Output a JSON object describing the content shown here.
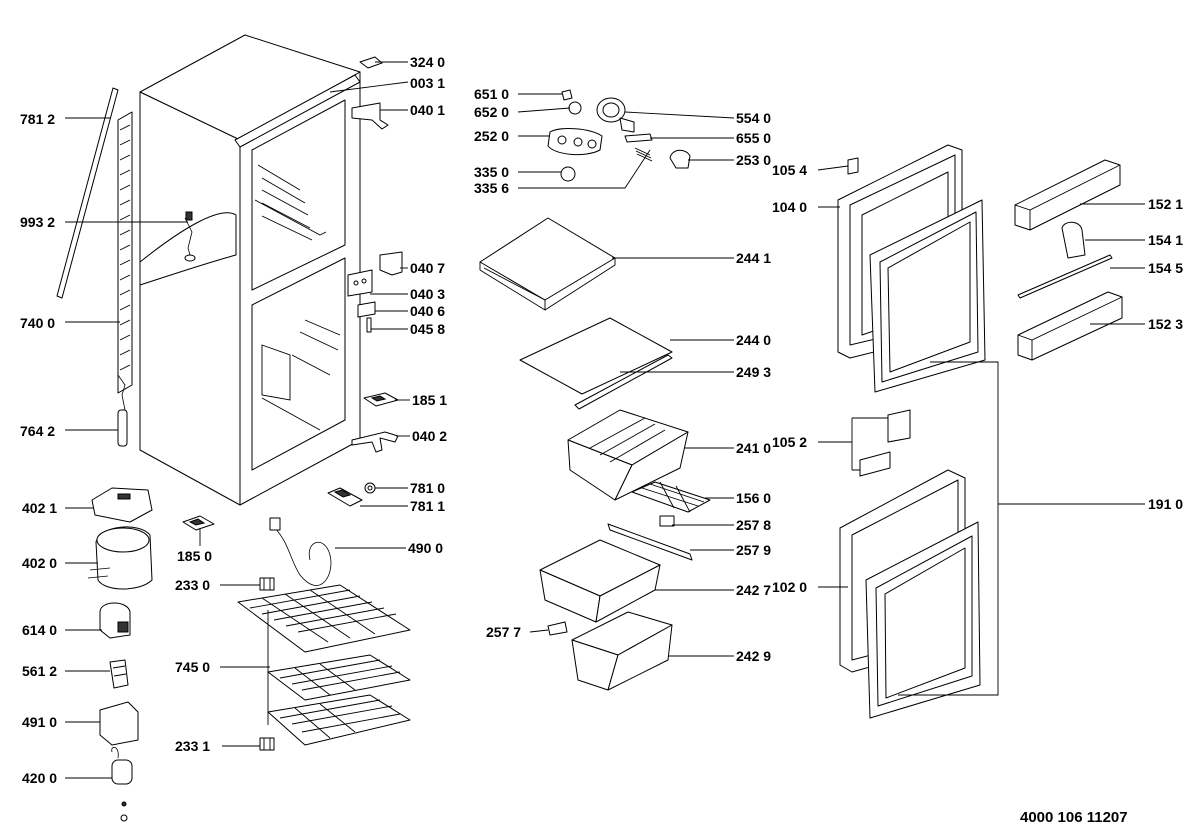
{
  "document_number": "4000 106 11207",
  "callouts": [
    {
      "id": "c-324-0",
      "text": "324 0"
    },
    {
      "id": "c-003-1",
      "text": "003 1"
    },
    {
      "id": "c-040-1",
      "text": "040 1"
    },
    {
      "id": "c-781-2",
      "text": "781 2"
    },
    {
      "id": "c-993-2",
      "text": "993 2"
    },
    {
      "id": "c-740-0",
      "text": "740 0"
    },
    {
      "id": "c-764-2",
      "text": "764 2"
    },
    {
      "id": "c-040-7",
      "text": "040 7"
    },
    {
      "id": "c-040-3",
      "text": "040 3"
    },
    {
      "id": "c-040-6",
      "text": "040 6"
    },
    {
      "id": "c-045-8",
      "text": "045 8"
    },
    {
      "id": "c-185-1",
      "text": "185 1"
    },
    {
      "id": "c-040-2",
      "text": "040 2"
    },
    {
      "id": "c-781-0",
      "text": "781 0"
    },
    {
      "id": "c-781-1",
      "text": "781 1"
    },
    {
      "id": "c-402-1",
      "text": "402 1"
    },
    {
      "id": "c-185-0",
      "text": "185 0"
    },
    {
      "id": "c-402-0",
      "text": "402 0"
    },
    {
      "id": "c-490-0",
      "text": "490 0"
    },
    {
      "id": "c-233-0",
      "text": "233 0"
    },
    {
      "id": "c-614-0",
      "text": "614 0"
    },
    {
      "id": "c-745-0",
      "text": "745 0"
    },
    {
      "id": "c-561-2",
      "text": "561 2"
    },
    {
      "id": "c-491-0",
      "text": "491 0"
    },
    {
      "id": "c-233-1",
      "text": "233 1"
    },
    {
      "id": "c-420-0",
      "text": "420 0"
    },
    {
      "id": "c-651-0",
      "text": "651 0"
    },
    {
      "id": "c-652-0",
      "text": "652 0"
    },
    {
      "id": "c-554-0",
      "text": "554 0"
    },
    {
      "id": "c-252-0",
      "text": "252 0"
    },
    {
      "id": "c-655-0",
      "text": "655 0"
    },
    {
      "id": "c-253-0",
      "text": "253 0"
    },
    {
      "id": "c-335-0",
      "text": "335 0"
    },
    {
      "id": "c-335-6",
      "text": "335 6"
    },
    {
      "id": "c-244-1",
      "text": "244 1"
    },
    {
      "id": "c-244-0",
      "text": "244 0"
    },
    {
      "id": "c-249-3",
      "text": "249 3"
    },
    {
      "id": "c-241-0",
      "text": "241 0"
    },
    {
      "id": "c-156-0",
      "text": "156 0"
    },
    {
      "id": "c-257-8",
      "text": "257 8"
    },
    {
      "id": "c-257-9",
      "text": "257 9"
    },
    {
      "id": "c-242-7",
      "text": "242 7"
    },
    {
      "id": "c-257-7",
      "text": "257 7"
    },
    {
      "id": "c-242-9",
      "text": "242 9"
    },
    {
      "id": "c-105-4",
      "text": "105 4"
    },
    {
      "id": "c-104-0",
      "text": "104 0"
    },
    {
      "id": "c-152-1",
      "text": "152 1"
    },
    {
      "id": "c-154-1",
      "text": "154 1"
    },
    {
      "id": "c-154-5",
      "text": "154 5"
    },
    {
      "id": "c-152-3",
      "text": "152 3"
    },
    {
      "id": "c-105-2",
      "text": "105 2"
    },
    {
      "id": "c-191-0",
      "text": "191 0"
    },
    {
      "id": "c-102-0",
      "text": "102 0"
    }
  ]
}
